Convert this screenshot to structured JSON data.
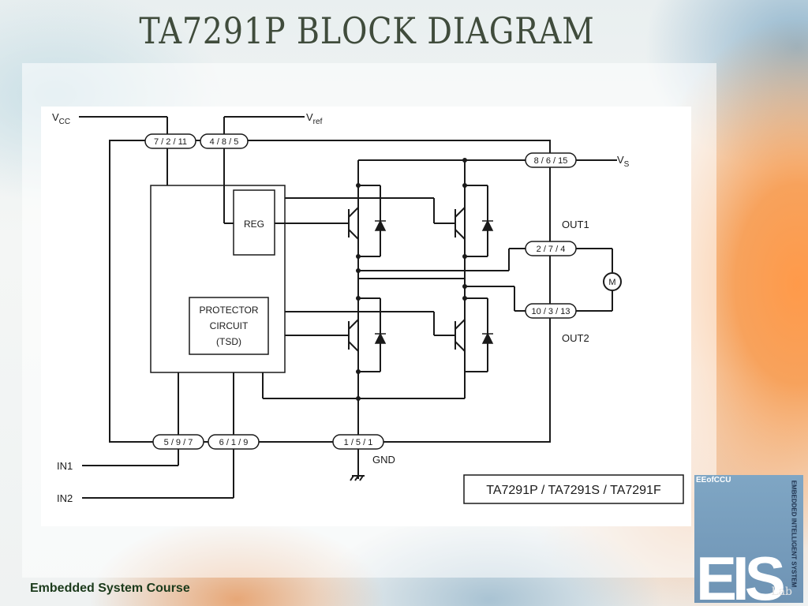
{
  "slide": {
    "title": "TA7291P BLOCK DIAGRAM",
    "footer": "Embedded System Course"
  },
  "diagram": {
    "signals": {
      "vcc": "V",
      "vcc_sub": "CC",
      "vref": "V",
      "vref_sub": "ref",
      "vs": "V",
      "vs_sub": "S",
      "in1": "IN1",
      "in2": "IN2",
      "gnd": "GND",
      "out1": "OUT1",
      "out2": "OUT2"
    },
    "pins": {
      "vcc": "7 / 2 / 11",
      "vref": "4 / 8 / 5",
      "vs": "8 / 6 / 15",
      "out1": "2 / 7 / 4",
      "out2": "10 / 3 / 13",
      "in1": "5 / 9 / 7",
      "in2": "6 / 1 / 9",
      "gnd": "1 / 5 / 1"
    },
    "blocks": {
      "reg": "REG",
      "protector_line1": "PROTECTOR",
      "protector_line2": "CIRCUIT",
      "protector_line3": "(TSD)"
    },
    "motor": "M",
    "part_numbers": "TA7291P / TA7291S / TA7291F"
  },
  "logo": {
    "top": "EEofCCU",
    "side": "EMBEDDED INTELLIGENT SYSTEM",
    "main": "EIS",
    "sub": "Lab"
  }
}
